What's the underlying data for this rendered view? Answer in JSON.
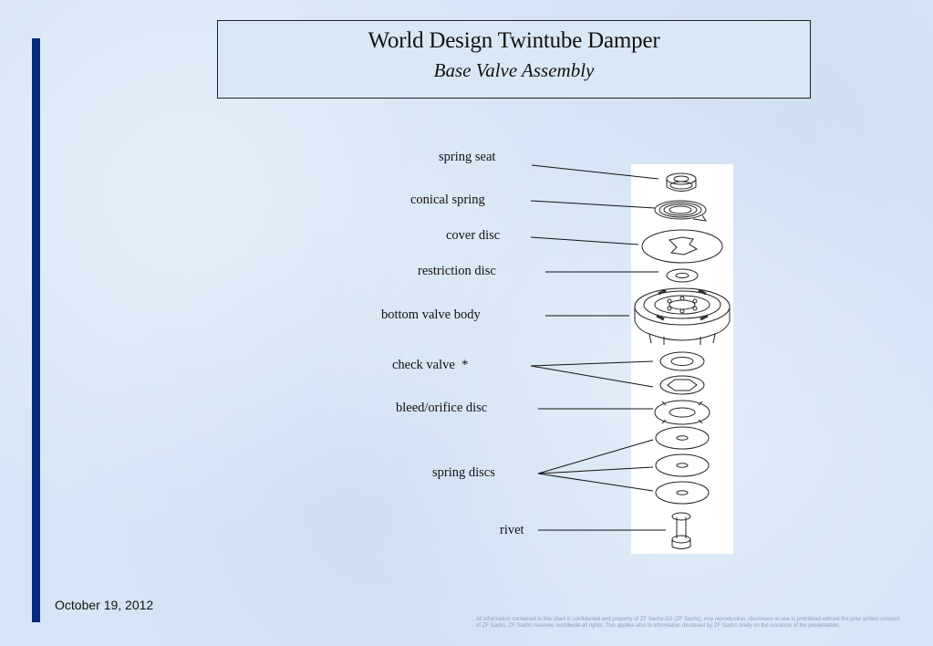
{
  "slide": {
    "title": "World Design Twintube Damper",
    "subtitle": "Base Valve Assembly",
    "date": "October 19, 2012",
    "disclaimer": "All information contained in this chart is confidential and property of ZF Sachs AG (ZF Sachs). Any reproduction, disclosure or use is prohibited without the prior written consent of ZF Sachs. ZF Sachs reserves worldwide all rights. This applies also to information disclosed by ZF Sachs orally on the occasion of the presentation."
  },
  "parts": {
    "spring_seat": "spring seat",
    "conical_spring": "conical spring",
    "cover_disc": "cover disc",
    "restriction_disc": "restriction disc",
    "bottom_valve_body": "bottom valve body",
    "check_valve": "check valve  *",
    "bleed_orifice_disc": "bleed/orifice disc",
    "spring_discs": "spring discs",
    "rivet": "rivet"
  },
  "colors": {
    "accent_bar": "#0a2a80",
    "background": "#d6e6f6"
  }
}
